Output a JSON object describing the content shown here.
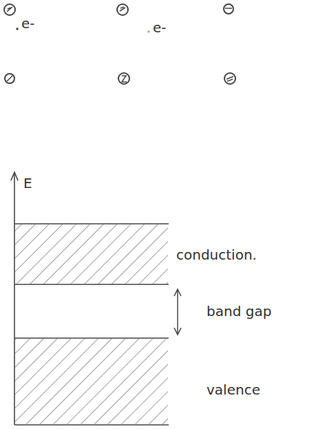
{
  "diagram": {
    "nodes": [
      {
        "text": [
          "conduction."
        ]
      },
      {
        "text": [
          "band gap"
        ]
      },
      {
        "text": [
          "valence"
        ]
      }
    ],
    "labels": [
      "e-",
      "e-",
      "E"
    ]
  }
}
